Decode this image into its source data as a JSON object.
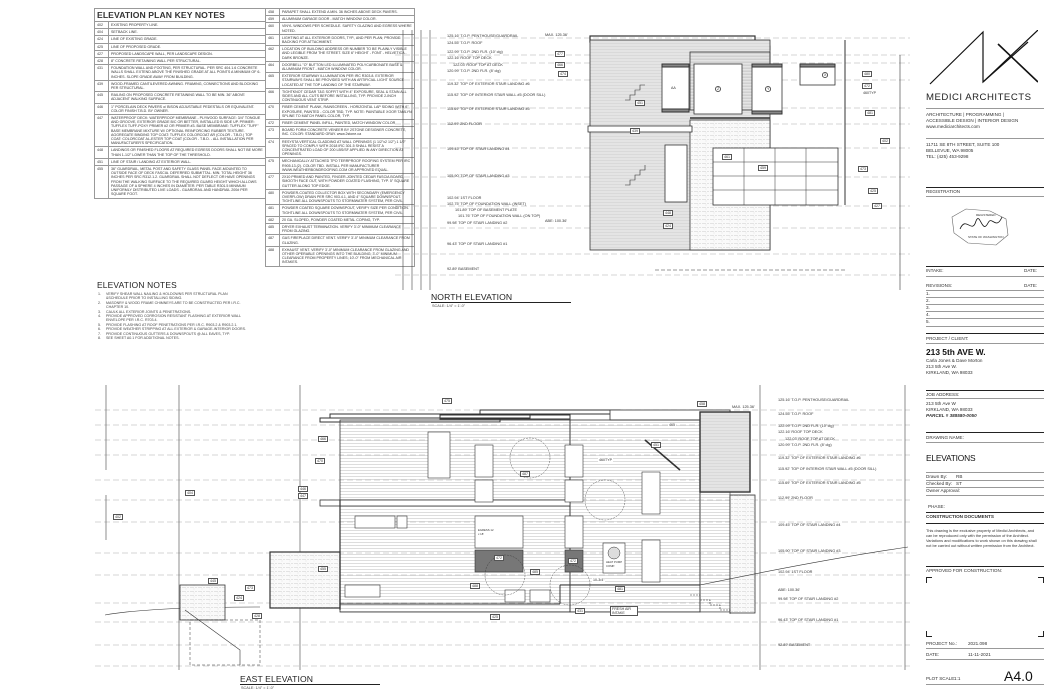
{
  "key_notes": {
    "title": "ELEVATION PLAN KEY NOTES",
    "left_column": [
      {
        "num": "402",
        "text": "EXISTING PROPERTY LINE."
      },
      {
        "num": "404",
        "text": "SETBACK LINE."
      },
      {
        "num": "424",
        "text": "LINE OF EXISTING GRADE."
      },
      {
        "num": "425",
        "text": "LINE OF PROPOSED GRADE."
      },
      {
        "num": "427",
        "text": "PROPOSED LANDSCAPE WALL, PER LANDSCAPE DESIGN."
      },
      {
        "num": "428",
        "text": "8\" CONCRETE RETAINING WALL PER STRUCTURAL."
      },
      {
        "num": "431",
        "text": "FOUNDATION WALL AND FOOTING, PER STRUCTURAL. PER SRC 404.1.6 CONCRETE WALLS SHALL EXTEND ABOVE THE FINISHED GRADE AT ALL POINTS A MINIMUM OF 6-INCHES. SLOPE GRADE AWAY FROM BUILDING."
      },
      {
        "num": "439",
        "text": "WOOD-FRAMED CANTILEVERED AWNING. FRAMING, CONNECTIONS AND BLOCKING PER STRUCTURAL."
      },
      {
        "num": "445",
        "text": "RAILING ON PROPOSED CONCRETE RETAINING WALL TO BE MIN. 36\" ABOVE ADJACENT WALKING SURFACE."
      },
      {
        "num": "446",
        "text": "1\" PORCELAIN DECK PAVERS o/ BISON ADJUSTABLE PEDESTALS OR EQUIVALENT. COLOR FINISH T.B.D. BY OWNER."
      },
      {
        "num": "447",
        "text": "WATERPROOF DECK: WATERPROOF MEMBRANE - PLYWOOD SURFACE: 3/4\" TONGUE AND GROOVE, EXTERIOR GRADE B/C OR BETTER, INSTALLED B SIDE UP. PRIMER: TUFFLEX TUFF-POXY PRIMER #2 OR PRIMER #3. BASE MEMBRANE: TUFFLEX \"TUFF\" BASE MEMBRANE MIXTURE W/ OPTIONAL REINFORCING RUBBER TEXTURE. AGGREGATE BINDING TOP COAT: TUFFLEX COLORCOAT AR (COLOR - T.B.D.) TOP COAT: COLORCOAT AL-ESTER TOP COAT (COLOR - T.B.D. - ALL INSTALLATION PER MANUFACTURER'S SPECIFICATION."
      },
      {
        "num": "448",
        "text": "LANDINGS OR FINISHED FLOORS AT REQUIRED EGRESS DOORS SHALL NOT BE MORE THAN 1-1/2\" LOWER THAN THE TOP OF THE THRESHOLD."
      },
      {
        "num": "451",
        "text": "LINE OF STAIR / LANDING AT EXTERIOR WALL."
      },
      {
        "num": "455",
        "text": "36\" GUARDRAIL, METAL POST AND SAFETY GLASS PANEL FACE-MOUNTED TO OUTSIDE FACE OF DECK FASCIA. DEFERRED SUBMITTAL. MIN. TOTAL HEIGHT 36 INCHES PER SRC R312.1.2. GUARDRAIL SHALL NOT DEFLECT OR HAVE OPENINGS FROM THE WALKING SURFACE TO THE REQUIRED GUARD HEIGHT WHICH ALLOWS PASSAGE OF A SPHERE 4 INCHES IN DIAMETER. PER TABLE R301.5 MINIMUM UNIFORMLY DISTRIBUTED LIVE LOADS - GUARDRAIL AND HANDRAIL 200# PER SQUARE FOOT."
      }
    ],
    "right_column": [
      {
        "num": "458",
        "text": "PARAPET SHALL EXTEND A MIN. 36 INCHES ABOVE DECK PAVERS."
      },
      {
        "num": "459",
        "text": "ALUMINUM GARAGE DOOR - MATCH WINDOW COLOR."
      },
      {
        "num": "460",
        "text": "VINYL WINDOWS PER SCHEDULE. SAFETY GLAZING AND EGRESS WHERE NOTED."
      },
      {
        "num": "461",
        "text": "LIGHTING AT ALL EXTERIOR DOORS, TYP., AND PER PLAN; PROVIDE BACKING FOR ATTACHMENT."
      },
      {
        "num": "462",
        "text": "LOCATION OF BUILDING ADDRESS OR NUMBER TO BE PLAINLY VISIBLE AND LEGIBLE FROM THE STREET. SIZE 6\" HEIGHT - FONT - HELVETICA - DARK BRONZE."
      },
      {
        "num": "464",
        "text": "DOORBELL \"O\" BUTTON LED ILLUMINATED POLYCARBONATE BASE & ALUMINUM FRONT - MATCH WINDOW COLOR."
      },
      {
        "num": "465",
        "text": "EXTERIOR STAIRWAY ILLUMINATION PER IRC R303.8. EXTERIOR STAIRWAYS SHALL BE PROVIDED WITH AN ARTIFICIAL LIGHT SOURCE LOCATED AT THE TOP LANDING OF THE STAIRWAY."
      },
      {
        "num": "466",
        "text": "TIGHTKNOT CEDAR T&G SOFFIT WITH 4\" EXPOSURE, SEAL & STAIN ALL SIDES AND ALL CUTS BEFORE INSTALLING, TYP. PROVIDE 2-INCH CONTINUOUS VENT STRIP."
      },
      {
        "num": "470",
        "text": "FIBER CEMENT PLANK, RAINSCREEN - HORIZONTAL LAP SIDING WITH 6\" EXPOSURE, PAINTED - COLOR TBD, TYP. NOTE: PAINTABLE XOOR TAMLYN SPLINE TO MATCH PANEL COLOR, TYP."
      },
      {
        "num": "472",
        "text": "FIBER CEMENT PANEL INFILL, PAINTED, MATCH WINDOW COLOR"
      },
      {
        "num": "473",
        "text": "BOARD FORM CONCRETE VENEER BY 2STONE DESIGNER CONCRETE, INC. COLOR: STANDARD GRAY. www.2stone.ca"
      },
      {
        "num": "474",
        "text": "RESYSTA VERTICAL CLADDING AT WALL OPENINGS (1 1/2\"x2 1/2\") 1 1/2\" SPACED TO COMPLY WITH 2018 IRC 301.5 SHALL RESIST A CONCENTRATED LOAD OF 200 LBS/SF APPLIED IN ANY DIRECTION AT OPENINGS."
      },
      {
        "num": "475",
        "text": "MECHANICALLY ATTACHED TPO TERRPROOF ROOFING SYSTEM PER IRC R905.13.(2). COLOR TBD. INSTALL PER MANUFACTURER WWW.WEATHERBONDROOFING.COM OR APPROVED EQUAL."
      },
      {
        "num": "477",
        "text": "2X10 PRIMED AND PAINTED, FINGER-JOINTED CEDAR FASCIA BOARD, SMOOTH FACE OUT, WITH POWDER COATED FLASHING, TYP. 5\" SQUARE GUTTER ALONG TOP EDGE."
      },
      {
        "num": "480",
        "text": "POWDER-COATED COLLECTOR BOX WITH SECONDARY (EMERGENCY OVERFLOW) DRAIN PER SRC 903.4.1, AND 4\" SQUARE DOWNSPOUT. TIGHTLINE ALL DOWNSPOUTS TO STORMWATER SYSTEM, PER CIVIL."
      },
      {
        "num": "481",
        "text": "POWDER COATED SQUARE DOWNSPOUT, VERIFY SIZE PER CONDITION. TIGHTLINE ALL DOWNSPOUTS TO STORMWATER SYSTEM, PER CIVIL."
      },
      {
        "num": "482",
        "text": "20 GA. SLOPED, POWDER COATED METAL COPING, TYP."
      },
      {
        "num": "485",
        "text": "DRYER EXHAUST TERMINATION. VERIFY 3'-0\" MINIMUM CLEARANCE FROM GLAZING."
      },
      {
        "num": "487",
        "text": "GAS FIREPLACE DIRECT VENT. VERIFY 3'-0\" MINIMUM CLEARANCE FROM GLAZING."
      },
      {
        "num": "488",
        "text": "EXHAUST VENT. VERIFY 3'-0\" MINIMUM CLEARANCE FROM GLAZING AND OTHER OPERABLE OPENINGS INTO THE BUILDING; 3'-0\" MINIMUM CLEARANCE FROM PROPERTY LINES; 10'-0\" FROM MECHANICAL AIR INTAKES."
      }
    ]
  },
  "elevation_notes": {
    "title": "ELEVATION NOTES",
    "items": [
      {
        "n": "1.",
        "text": "VERIFY SHEAR WALL NAILING & HOLDOWNS PER STRUCTURAL PLAN &SCHEDULE PRIOR TO INSTALLING SIDING."
      },
      {
        "n": "2.",
        "text": "MASONRY & WOOD FRAME CHIMNEYS ARE TO BE CONSTRUCTED PER I.R.C. CHAPTER 10."
      },
      {
        "n": "3.",
        "text": "CAULK ALL EXTERIOR JOINTS & PENETRATIONS."
      },
      {
        "n": "4.",
        "text": "PROVIDE APPROVED CORROSION RESISTANT FLASHING AT EXTERIOR WALL ENVELOPE PER I.R.C. R703.4."
      },
      {
        "n": "5.",
        "text": "PROVIDE FLASHING AT ROOF PENETRATIONS PER I.R.C. R903.2 & R903.2.1."
      },
      {
        "n": "6.",
        "text": "PROVIDE WEATHER STRIPPING AT ALL EXTERIOR & GARAGE-INTERIOR DOORS."
      },
      {
        "n": "7.",
        "text": "PROVIDE CONTINUOUS GUTTERS & DOWNSPOUTS @ ALL EAVES, TYP."
      },
      {
        "n": "8.",
        "text": "SEE SHEET A0.1 FOR ADDITIONAL NOTES."
      }
    ]
  },
  "north_elevation": {
    "title": "NORTH ELEVATION",
    "scale": "SCALE: 1/4\" = 1'-0\"",
    "max_height": "MAX. 125.36'",
    "levels": [
      "125.16' T.O.P. PENTHOUSE/GUARDRAIL",
      "124.55' T.O.P. ROOF",
      "122.99' T.O.P. 2ND FLR. (10' clg)",
      "122.16' ROOF TOP DECK",
      "122.03' ROOF TOP AT DECK",
      "120.99' T.O.P. 2ND FLR. (8' clg)",
      "119.32' TOP OF EXTERIOR STAIR LANDING #6",
      "115.92' TOP OF INTERIOR STAIR WALL #5 (DOOR SILL)",
      "115.69' TOP OF EXTERIOR STAIR LANDING #5",
      "112.99' 2ND FLOOR",
      "109.45' TOP OF STAIR LANDING #4",
      "105.90' TOP OF STAIR LANDING #3",
      "102.94' 1ST FLOOR",
      "102.75' TOP OF FOUNDATION WALL (INSET)",
      "101.89' TOP OF BASEMENT PLATE",
      "101.76' TOP OF FOUNDATION WALL (ON TOP)",
      "ABE: 100.36'",
      "99.98' TOP OF STAIR LANDING #2",
      "96.43' TOP OF STAIR LANDING #1",
      "92.89' BASEMENT"
    ],
    "tags": [
      "477",
      "466",
      "474",
      "480",
      "472",
      "460TYP",
      "481",
      "402",
      "473",
      "425",
      "427",
      "451",
      "439",
      "462",
      "464",
      "461",
      "459",
      "448",
      "424",
      "431"
    ],
    "window_tags": [
      "AA",
      "Z",
      "Y",
      "X"
    ]
  },
  "east_elevation": {
    "title": "EAST ELEVATION",
    "scale": "SCALE: 1/4\" = 1'-0\"",
    "max_height": "MAX. 125.36'",
    "levels": [
      "125.16' T.O.P. PENTHOUSE/GUARDRAIL",
      "124.55' T.O.P. ROOF",
      "122.99' T.O.P. 2ND FLR. (10' clg)",
      "122.16' ROOF TOP DECK",
      "122.03' ROOF TOP AT DECK",
      "120.99' T.O.P. 2ND FLR. (8' clg)",
      "119.32' TOP OF EXTERIOR STAIR LANDING #6",
      "115.92' TOP OF INTERIOR STAIR WALL #5 (DOOR SILL)",
      "115.69' TOP OF EXTERIOR STAIR LANDING #5",
      "112.99' 2ND FLOOR",
      "109.45' TOP OF STAIR LANDING #4",
      "105.90' TOP OF STAIR LANDING #3",
      "102.94' 1ST FLOOR",
      "ABE: 100.36'",
      "99.98' TOP OF STAIR LANDING #2",
      "96.43' TOP OF STAIR LANDING #1",
      "92.89' BASEMENT"
    ],
    "tags": [
      "475",
      "458",
      "466",
      "465",
      "451",
      "470",
      "460TYP",
      "487",
      "486",
      "455",
      "446",
      "447",
      "404",
      "402",
      "473",
      "445",
      "424",
      "428",
      "472",
      "488",
      "485",
      "10-3/4\"",
      "481",
      "425",
      "431"
    ],
    "window_tags": [
      "S",
      "Q",
      "N",
      "Q",
      "P",
      "O",
      "A",
      "F",
      "E",
      "D",
      "C",
      "B",
      "A",
      "P",
      "E",
      "E"
    ],
    "callouts": {
      "egress": "EGRESS 12 x 18'",
      "heat_pump": "HEAT PUMP COMP.",
      "fresh_air": "FRESH AIR INTAKE"
    }
  },
  "title_block": {
    "firm_name": "MEDICI ARCHITECTS",
    "services_1": "ARCHITECTURE | PROGRAMMING |",
    "services_2": "ACCESSIBLE DESIGN | INTERIOR DESIGN",
    "website": "www.mediciarchitects.com",
    "address_1": "11711 SE 8TH STREET, SUITE 100",
    "address_2": "BELLEVUE, WA 98005",
    "phone": "TEL: (425) 453-9298",
    "registration_label": "REGISTRATION",
    "stamp_text_1": "REGISTERED ARCHITECT",
    "stamp_text_2": "EMILY G. BUCHWALTER",
    "stamp_text_3": "STATE OF WASHINGTON",
    "stamp_number": "8908",
    "intake_label": "INTAKE:",
    "date_label": "DATE:",
    "revisions_label": "REVISIONS:",
    "revisions": [
      "1.",
      "2.",
      "3.",
      "4.",
      "5."
    ],
    "project_client_label": "PROJECT / CLIENT:",
    "project_name": "213 5th AVE W.",
    "client": "Carla Jones & Dave Morton",
    "client_addr_1": "213 5th Ave W.",
    "client_addr_2": "KIRKLAND, WA 98033",
    "job_address_label": "JOB ADDRESS:",
    "job_addr_1": "213 5th Ave W",
    "job_addr_2": "KIRKLAND, WA 98033",
    "parcel": "PARCEL # 388580-0050",
    "drawing_name_label": "DRAWING NAME:",
    "drawing_name": "ELEVATIONS",
    "drawn_by_label": "Drawn By:",
    "drawn_by": "RB",
    "checked_by_label": "Checked By:",
    "checked_by": "ST",
    "owner_approval_label": "Owner Approval:",
    "phase_label": "PHASE:",
    "phase": "CONSTRUCTION DOCUMENTS",
    "disclaimer": "This drawing is the exclusive property of Medici Architects, and can be reproduced only with the permission of the Architect. Variations and modifications to work shown on this drawing shall not be carried out without written permission from the Architect.",
    "approved_label": "APPROVED FOR CONSTRUCTION:",
    "project_no_label": "PROJECT No.:",
    "project_no": "2021.098",
    "date_value_label": "DATE:",
    "date_value": "11-11-2021",
    "plot_scale_label": "PLOT SCALE:",
    "plot_scale": "1:1",
    "sheet_number": "A4.0"
  }
}
